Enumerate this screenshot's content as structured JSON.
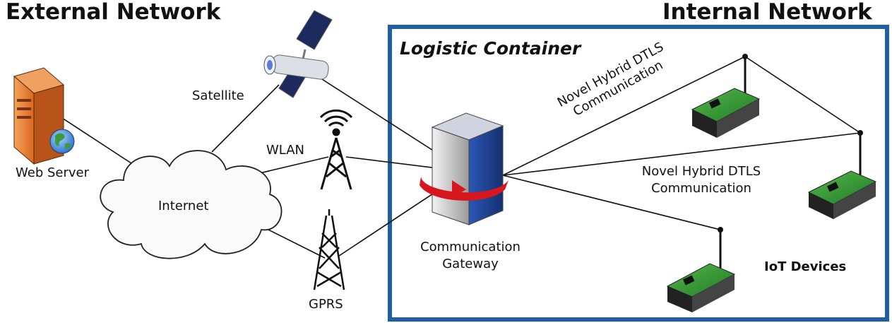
{
  "headers": {
    "external": "External Network",
    "internal": "Internal Network"
  },
  "container": {
    "title": "Logistic Container",
    "border_color": "#1f5fa8"
  },
  "nodes": {
    "web_server": "Web Server",
    "internet": "Internet",
    "satellite": "Satellite",
    "wlan": "WLAN",
    "gprs": "GPRS",
    "gateway_line1": "Communication",
    "gateway_line2": "Gateway",
    "iot_devices": "IoT Devices"
  },
  "links": {
    "dtls_upper_line1": "Novel Hybrid DTLS",
    "dtls_upper_line2": "Communication",
    "dtls_lower_line1": "Novel Hybrid DTLS",
    "dtls_lower_line2": "Communication"
  },
  "colors": {
    "server_orange": "#e8782c",
    "gateway_blue": "#1e3f8f",
    "arrow_red": "#d8161d",
    "device_green": "#2f8a2f"
  },
  "icons": [
    "server-icon",
    "globe-icon",
    "cloud-icon",
    "satellite-icon",
    "antenna-tower-icon",
    "gateway-icon",
    "iot-device-icon"
  ]
}
